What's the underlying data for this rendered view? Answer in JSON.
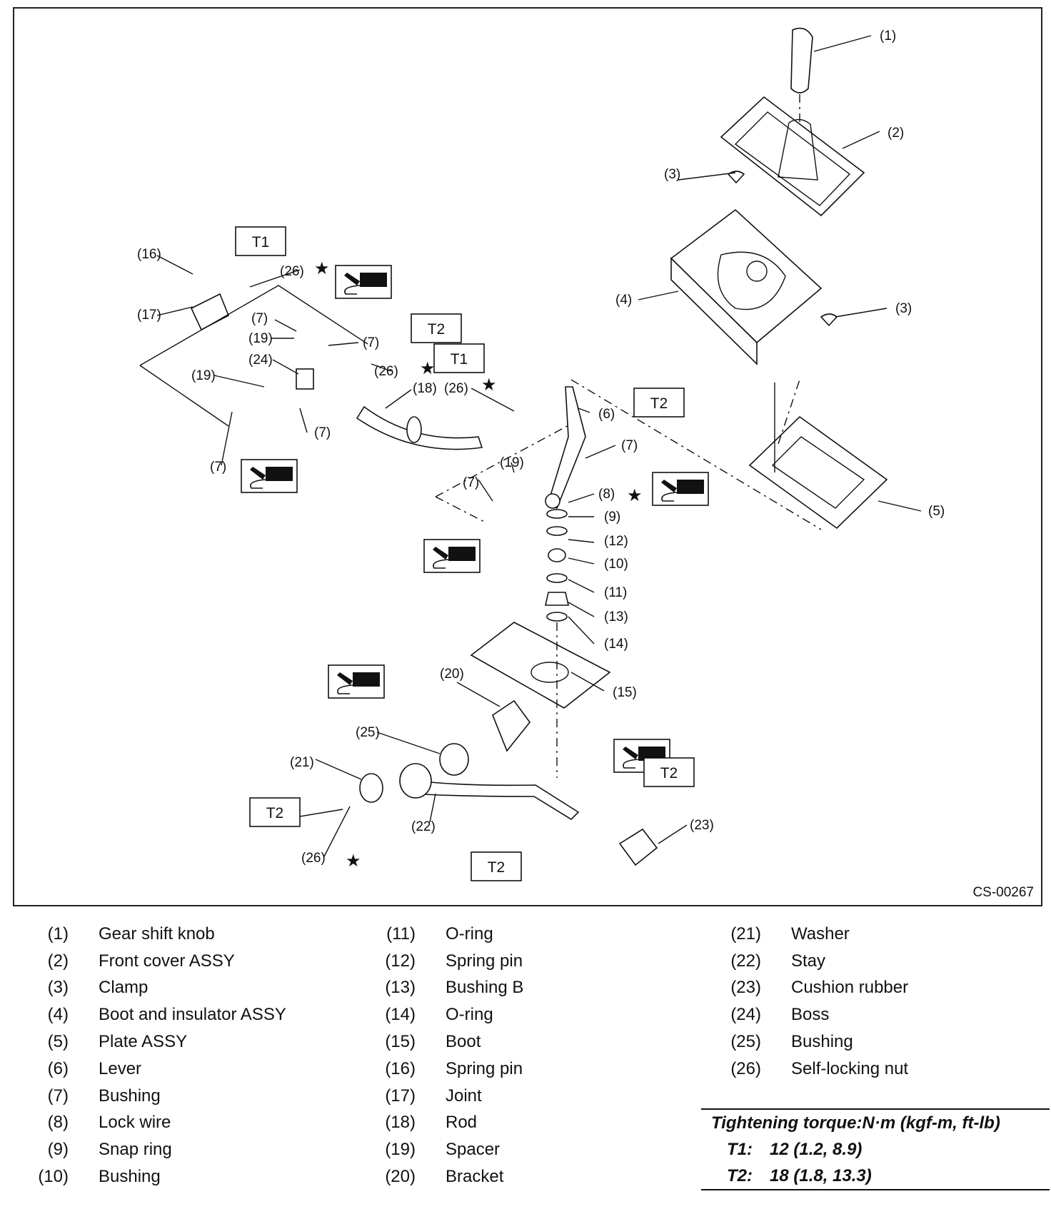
{
  "diagram": {
    "figure_id": "CS-00267",
    "callouts": [
      "(1)",
      "(2)",
      "(3)",
      "(3)",
      "(4)",
      "(5)",
      "(6)",
      "(7)",
      "(7)",
      "(7)",
      "(7)",
      "(7)",
      "(7)",
      "(8)",
      "(9)",
      "(10)",
      "(11)",
      "(12)",
      "(13)",
      "(14)",
      "(15)",
      "(16)",
      "(17)",
      "(18)",
      "(19)",
      "(19)",
      "(19)",
      "(20)",
      "(21)",
      "(22)",
      "(23)",
      "(24)",
      "(25)",
      "(26)",
      "(26)",
      "(26)",
      "(26)"
    ],
    "torque_boxes": [
      "T1",
      "T1",
      "T2",
      "T2",
      "T2",
      "T2",
      "T2"
    ],
    "star_symbol": "★",
    "grease_icon": "grease-icon"
  },
  "legend": {
    "col1": [
      {
        "num": "(1)",
        "name": "Gear shift knob"
      },
      {
        "num": "(2)",
        "name": "Front cover ASSY"
      },
      {
        "num": "(3)",
        "name": "Clamp"
      },
      {
        "num": "(4)",
        "name": "Boot and insulator ASSY"
      },
      {
        "num": "(5)",
        "name": "Plate ASSY"
      },
      {
        "num": "(6)",
        "name": "Lever"
      },
      {
        "num": "(7)",
        "name": "Bushing"
      },
      {
        "num": "(8)",
        "name": "Lock wire"
      },
      {
        "num": "(9)",
        "name": "Snap ring"
      },
      {
        "num": "(10)",
        "name": "Bushing"
      }
    ],
    "col2": [
      {
        "num": "(11)",
        "name": "O-ring"
      },
      {
        "num": "(12)",
        "name": "Spring pin"
      },
      {
        "num": "(13)",
        "name": "Bushing B"
      },
      {
        "num": "(14)",
        "name": "O-ring"
      },
      {
        "num": "(15)",
        "name": "Boot"
      },
      {
        "num": "(16)",
        "name": "Spring pin"
      },
      {
        "num": "(17)",
        "name": "Joint"
      },
      {
        "num": "(18)",
        "name": "Rod"
      },
      {
        "num": "(19)",
        "name": "Spacer"
      },
      {
        "num": "(20)",
        "name": "Bracket"
      }
    ],
    "col3": [
      {
        "num": "(21)",
        "name": "Washer"
      },
      {
        "num": "(22)",
        "name": "Stay"
      },
      {
        "num": "(23)",
        "name": "Cushion rubber"
      },
      {
        "num": "(24)",
        "name": "Boss"
      },
      {
        "num": "(25)",
        "name": "Bushing"
      },
      {
        "num": "(26)",
        "name": "Self-locking nut"
      }
    ]
  },
  "torque": {
    "title": "Tightening torque:N·m (kgf-m, ft-lb)",
    "rows": [
      {
        "key": "T1:",
        "value": "12 (1.2, 8.9)"
      },
      {
        "key": "T2:",
        "value": "18 (1.8, 13.3)"
      }
    ]
  }
}
